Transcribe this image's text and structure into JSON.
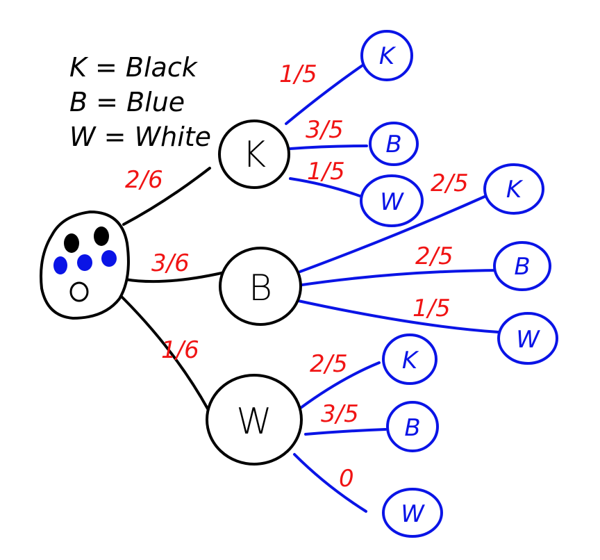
{
  "colors": {
    "ink": "#000000",
    "second_draw": "#0a14e6",
    "probability": "#f01414",
    "background": "#ffffff"
  },
  "legend": [
    {
      "symbol": "K",
      "text": "K = Black"
    },
    {
      "symbol": "B",
      "text": "B = Blue"
    },
    {
      "symbol": "W",
      "text": "W = White"
    }
  ],
  "root": {
    "label": "bag",
    "contents": [
      {
        "color": "black",
        "count": 2
      },
      {
        "color": "blue",
        "count": 3
      },
      {
        "color": "white",
        "count": 1
      }
    ],
    "total": 6
  },
  "first_draw": [
    {
      "id": "K",
      "label": "K",
      "probability": "2/6",
      "children": [
        {
          "label": "K",
          "probability": "1/5"
        },
        {
          "label": "B",
          "probability": "3/5"
        },
        {
          "label": "W",
          "probability": "1/5"
        }
      ]
    },
    {
      "id": "B",
      "label": "B",
      "probability": "3/6",
      "children": [
        {
          "label": "K",
          "probability": "2/5"
        },
        {
          "label": "B",
          "probability": "2/5"
        },
        {
          "label": "W",
          "probability": "1/5"
        }
      ]
    },
    {
      "id": "W",
      "label": "W",
      "probability": "1/6",
      "children": [
        {
          "label": "K",
          "probability": "2/5"
        },
        {
          "label": "B",
          "probability": "3/5"
        },
        {
          "label": "W",
          "probability": "0"
        }
      ]
    }
  ]
}
